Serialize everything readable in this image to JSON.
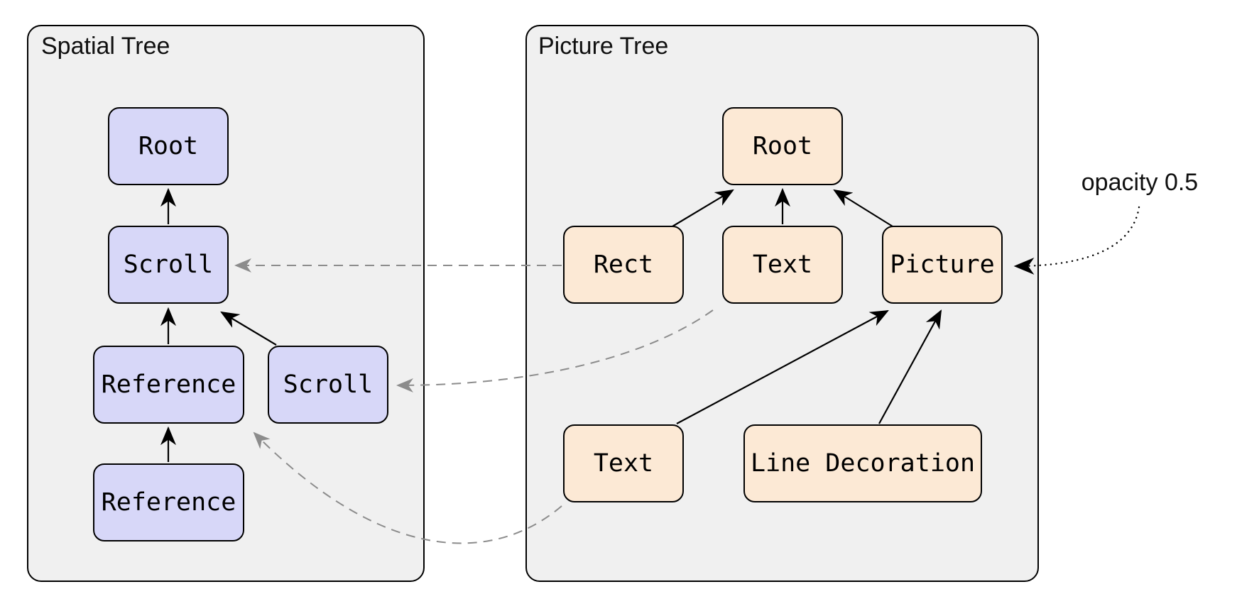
{
  "diagram": {
    "panels": {
      "spatial": {
        "title": "Spatial Tree"
      },
      "picture": {
        "title": "Picture Tree"
      }
    },
    "nodes": {
      "spatial_root": {
        "label": "Root",
        "tree": "spatial"
      },
      "spatial_scroll_1": {
        "label": "Scroll",
        "tree": "spatial"
      },
      "spatial_reference_1": {
        "label": "Reference",
        "tree": "spatial"
      },
      "spatial_scroll_2": {
        "label": "Scroll",
        "tree": "spatial"
      },
      "spatial_reference_2": {
        "label": "Reference",
        "tree": "spatial"
      },
      "picture_root": {
        "label": "Root",
        "tree": "picture"
      },
      "picture_rect": {
        "label": "Rect",
        "tree": "picture"
      },
      "picture_text_1": {
        "label": "Text",
        "tree": "picture"
      },
      "picture_picture": {
        "label": "Picture",
        "tree": "picture"
      },
      "picture_text_2": {
        "label": "Text",
        "tree": "picture"
      },
      "picture_line_decoration": {
        "label": "Line Decoration",
        "tree": "picture"
      }
    },
    "annotation": {
      "label": "opacity 0.5",
      "points_to": "picture_picture"
    },
    "edges": {
      "solid_child_of": [
        {
          "from": "spatial_scroll_1",
          "to": "spatial_root"
        },
        {
          "from": "spatial_reference_1",
          "to": "spatial_scroll_1"
        },
        {
          "from": "spatial_scroll_2",
          "to": "spatial_scroll_1"
        },
        {
          "from": "spatial_reference_2",
          "to": "spatial_reference_1"
        },
        {
          "from": "picture_rect",
          "to": "picture_root"
        },
        {
          "from": "picture_text_1",
          "to": "picture_root"
        },
        {
          "from": "picture_picture",
          "to": "picture_root"
        },
        {
          "from": "picture_text_2",
          "to": "picture_picture"
        },
        {
          "from": "picture_line_decoration",
          "to": "picture_picture"
        }
      ],
      "dashed_reference": [
        {
          "from": "picture_rect",
          "to": "spatial_scroll_1"
        },
        {
          "from": "picture_text_1",
          "to": "spatial_scroll_2"
        },
        {
          "from": "picture_text_2",
          "to": "spatial_reference_1"
        }
      ],
      "dotted_annotation": [
        {
          "from": "annotation_opacity",
          "to": "picture_picture"
        }
      ]
    },
    "colors": {
      "spatial_node_fill": "#d7d7f8",
      "picture_node_fill": "#fce9d5",
      "panel_fill": "#f0f0f0",
      "node_border": "#000000",
      "solid_edge": "#000000",
      "dashed_edge": "#8c8c8c",
      "dotted_edge": "#000000",
      "page_background": "#ffffff"
    }
  }
}
